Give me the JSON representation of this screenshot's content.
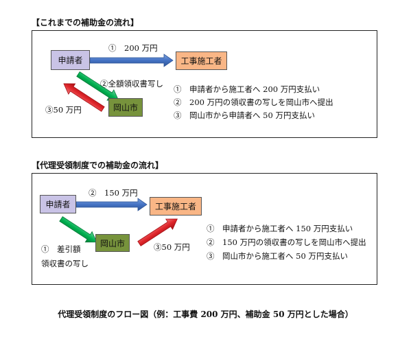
{
  "sections": [
    {
      "title": "【これまでの補助金の流れ】",
      "nodes": {
        "applicant": "申請者",
        "contractor": "工事施工者",
        "city": "岡山市"
      },
      "flow_labels": {
        "step1": "①　200 万円",
        "step2": "②全額領収書写し",
        "step3": "③50 万円"
      },
      "notes": [
        "①　申請者から施工者へ 200 万円支払い",
        "②　200 万円の領収書の写しを岡山市へ提出",
        "③　岡山市から申請者へ 50 万円支払い"
      ]
    },
    {
      "title": "【代理受領制度での補助金の流れ】",
      "nodes": {
        "applicant": "申請者",
        "contractor": "工事施工者",
        "city": "岡山市"
      },
      "flow_labels": {
        "step1_line1": "①　差引額",
        "step1_line2": "領収書の写し",
        "step2": "②　150 万円",
        "step3": "③50 万円"
      },
      "notes": [
        "①　申請者から施工者へ 150 万円支払い",
        "②　150 万円の領収書の写しを岡山市へ提出",
        "③　岡山市から施工者へ 50 万円支払い"
      ]
    }
  ],
  "caption": "代理受領制度のフロー図（例：工事費 200 万円、補助金 50 万円とした場合）",
  "colors": {
    "applicant": "#c9c3e6",
    "contractor": "#f9b686",
    "city": "#77933c",
    "arrow_blue": "#4472c4",
    "arrow_green": "#00b050",
    "arrow_red": "#e0262b"
  }
}
